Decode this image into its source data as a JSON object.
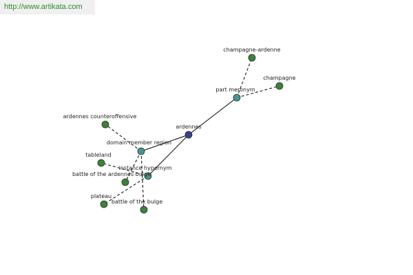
{
  "header": {
    "url_text": "http://www.artikata.com"
  },
  "colors": {
    "center_node": "#3a3f8f",
    "relation_node": "#4a9494",
    "leaf_node": "#3f7f3f",
    "edge": "#000000",
    "url_text": "#2e8b2e"
  },
  "graph": {
    "nodes": [
      {
        "id": "ardennes",
        "label": "ardennes",
        "kind": "center"
      },
      {
        "id": "part-meronym",
        "label": "part meronym",
        "kind": "relation"
      },
      {
        "id": "domain-member-region",
        "label": "domain member region",
        "kind": "relation"
      },
      {
        "id": "instance-hypernym",
        "label": "instance hypernym",
        "kind": "relation"
      },
      {
        "id": "champagne-ardenne",
        "label": "champagne-ardenne",
        "kind": "leaf"
      },
      {
        "id": "champagne",
        "label": "champagne",
        "kind": "leaf"
      },
      {
        "id": "ardennes-counteroffensive",
        "label": "ardennes counteroffensive",
        "kind": "leaf"
      },
      {
        "id": "tableland",
        "label": "tableland",
        "kind": "leaf"
      },
      {
        "id": "battle-of-the-ardennes-bulge",
        "label": "battle of the ardennes bulge",
        "kind": "leaf"
      },
      {
        "id": "plateau",
        "label": "plateau",
        "kind": "leaf"
      },
      {
        "id": "battle-of-the-bulge",
        "label": "battle of the bulge",
        "kind": "leaf"
      }
    ],
    "edges": [
      {
        "from": "ardennes",
        "to": "part-meronym",
        "style": "solid"
      },
      {
        "from": "ardennes",
        "to": "domain-member-region",
        "style": "solid"
      },
      {
        "from": "ardennes",
        "to": "instance-hypernym",
        "style": "solid"
      },
      {
        "from": "part-meronym",
        "to": "champagne-ardenne",
        "style": "dashed"
      },
      {
        "from": "part-meronym",
        "to": "champagne",
        "style": "dashed"
      },
      {
        "from": "domain-member-region",
        "to": "ardennes-counteroffensive",
        "style": "dashed"
      },
      {
        "from": "domain-member-region",
        "to": "battle-of-the-ardennes-bulge",
        "style": "dashed"
      },
      {
        "from": "domain-member-region",
        "to": "battle-of-the-bulge",
        "style": "dashed"
      },
      {
        "from": "instance-hypernym",
        "to": "tableland",
        "style": "dashed"
      },
      {
        "from": "instance-hypernym",
        "to": "plateau",
        "style": "dashed"
      }
    ]
  }
}
